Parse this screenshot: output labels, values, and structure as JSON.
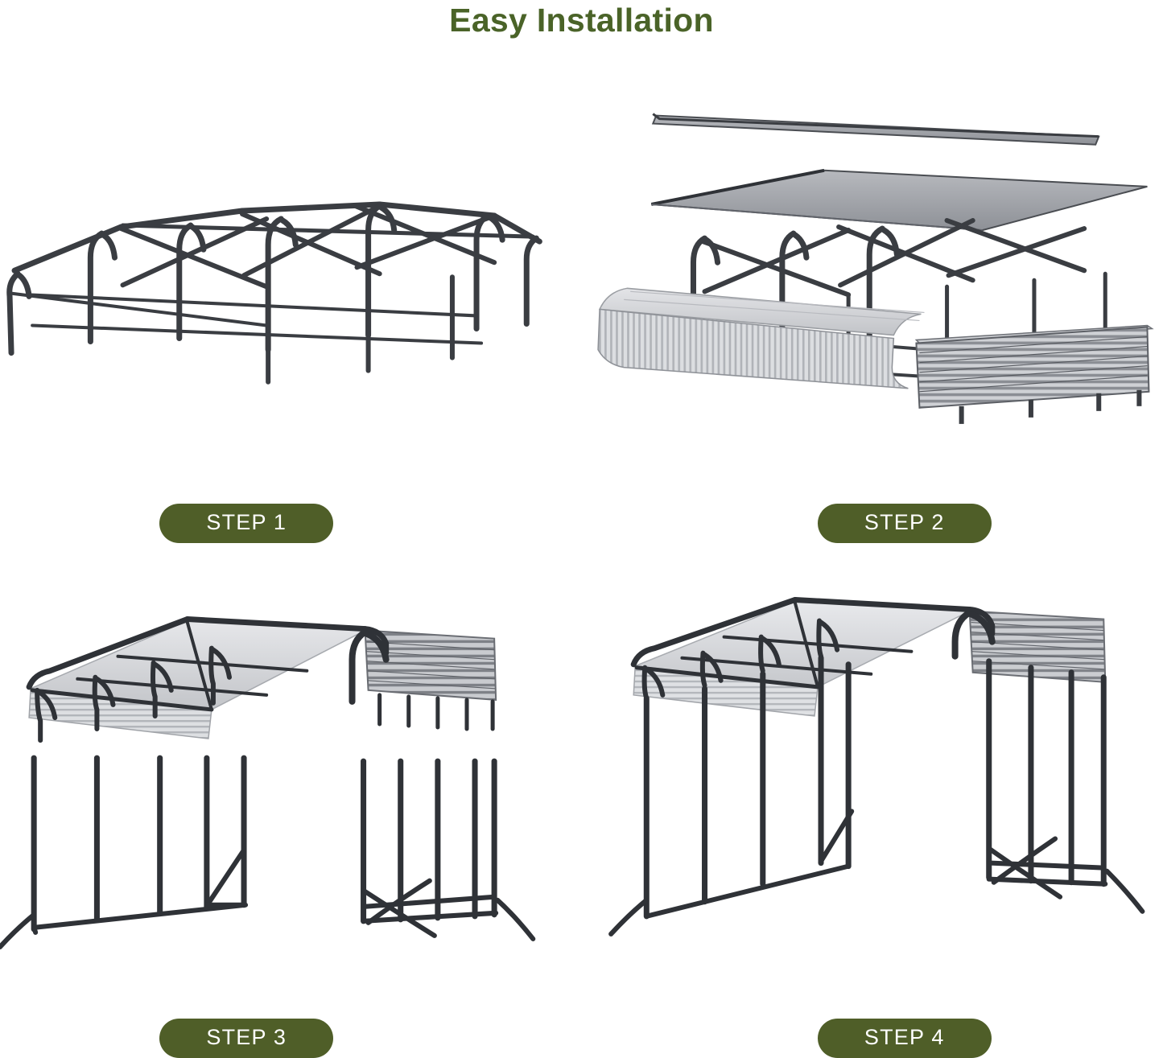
{
  "header": {
    "title": "Easy Installation",
    "title_color": "#4a6328"
  },
  "theme": {
    "badge_bg": "#4f5e28",
    "badge_text_color": "#ffffff",
    "frame_dark": "#3a3d42",
    "frame_dark_2": "#2b2e33",
    "panel_light": "#d9dadd",
    "panel_mid": "#a9abb0",
    "panel_dark": "#7b7e84",
    "background": "#ffffff"
  },
  "steps": [
    {
      "id": "step-1",
      "badge": "STEP 1",
      "illustration": "carport-frame-skeleton",
      "description": "Bare tubular steel roof frame with arched trusses and cross bracing"
    },
    {
      "id": "step-2",
      "badge": "STEP 2",
      "illustration": "roof-panels-exploded",
      "description": "Corrugated roof and side panels shown floating above the assembled frame"
    },
    {
      "id": "step-3",
      "badge": "STEP 3",
      "illustration": "roof-assembly-and-leg-frames",
      "description": "Completed roof canopy above two separate upright leg frame assemblies"
    },
    {
      "id": "step-4",
      "badge": "STEP 4",
      "illustration": "completed-carport",
      "description": "Fully assembled carport with roof mounted on the leg frames"
    }
  ]
}
